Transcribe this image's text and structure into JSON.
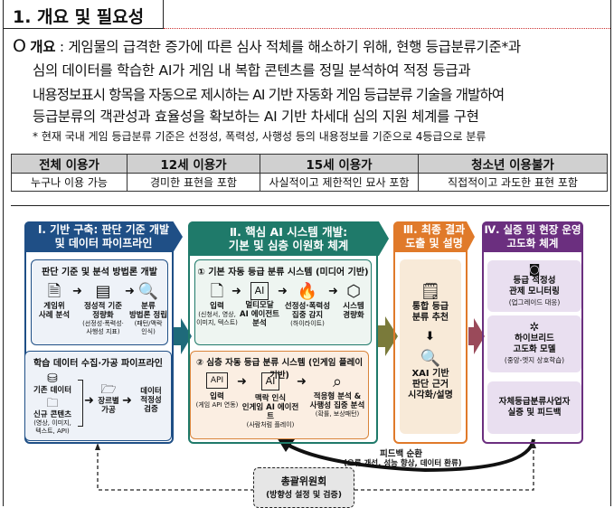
{
  "section_title": "1. 개요 및 필요성",
  "overview": {
    "bullet": "O",
    "label": "개요",
    "colon": " : ",
    "lines": [
      "게임물의 급격한 증가에 따른 심사 적체를 해소하기 위해, 현행 등급분류기준*과",
      "심의 데이터를 학습한 AI가 게임 내 복합 콘텐츠를 정밀 분석하여 적정 등급과",
      "내용정보표시 항목을 자동으로 제시하는 AI 기반 자동화 게임 등급분류 기술을 개발하여",
      "등급분류의 객관성과 효율성을 확보하는 AI 기반 차세대 심의 지원 체계를 구현"
    ],
    "footnote": "* 현재 국내 게임 등급분류 기준은 선정성, 폭력성, 사행성 등의 내용정보를 기준으로 4등급으로 분류"
  },
  "rating_table": {
    "headers": [
      "전체 이용가",
      "12세 이용가",
      "15세 이용가",
      "청소년 이용불가"
    ],
    "row": [
      "누구나 이용 가능",
      "경미한 표현을 포함",
      "사실적이고 제한적인 묘사 포함",
      "직접적이고 과도한 표현 포함"
    ]
  },
  "diagram": {
    "colors": {
      "s1": "#1f4f86",
      "s2": "#1f7a6a",
      "s3": "#e07a2a",
      "s4": "#6b2f7f"
    },
    "s1": {
      "title": "Ⅰ. 기반 구축: 판단 기준 개발\n및 데이터 파이프라인",
      "box1": {
        "title": "판단 기준 및 분석 방법론 개발",
        "items": [
          {
            "label": "게임위\n사례 분석",
            "sub": "",
            "icon": "document-search-icon"
          },
          {
            "label": "정성적 기준\n정량화",
            "sub": "(선정성·폭력성·\n사행성 지표)",
            "icon": "form-add-icon"
          },
          {
            "label": "분류\n방법론 정립",
            "sub": "(패턴/맥락\n인식)",
            "icon": "magnify-check-icon"
          }
        ]
      },
      "box2": {
        "title": "학습 데이터 수집·가공 파이프라인",
        "items": [
          {
            "label": "기존 데이터",
            "icon": "database-icon"
          },
          {
            "label": "신규 콘텐츠",
            "sub": "(영상, 이미지,\n텍스트, API)",
            "icon": "folder-add-icon"
          },
          {
            "label": "장르별\n가공",
            "icon": "folder-gear-icon"
          },
          {
            "label": "데이터\n적정성\n검증",
            "icon": ""
          }
        ]
      }
    },
    "s2": {
      "title": "Ⅱ. 핵심 AI 시스템 개발:\n기본 및 심층 이원화 체계",
      "box1": {
        "title": "① 기본 자동 등급 분류 시스템 (미디어 기반)",
        "items": [
          {
            "label": "입력",
            "sub": "(신청서, 영상,\n이미지, 텍스트)",
            "icon": "document-icon"
          },
          {
            "label": "멀티모달\nAI 에이전트\n분석",
            "sub": "",
            "icon": "ai-chip-icon"
          },
          {
            "label": "선정성·폭력성\n집중 감지",
            "sub": "(하이라이트)",
            "icon": "flame-icon"
          },
          {
            "label": "시스템\n경량화",
            "sub": "",
            "icon": "box-icon"
          }
        ]
      },
      "box2": {
        "title": "② 심층 자동 등급 분류 시스템 (인게임 플레이 기반)",
        "items": [
          {
            "label": "입력",
            "sub": "(게임 API 연동)",
            "icon": "api-gear-icon"
          },
          {
            "label": "맥락 인식\n인게임 AI 에이전트",
            "sub": "(사람처럼 플레이)",
            "icon": "ai-chip-icon"
          },
          {
            "label": "적응형 분석 &\n사행성 집중 분석",
            "sub": "(확률, 보상패턴)",
            "icon": "scan-search-icon"
          }
        ]
      }
    },
    "s3": {
      "title": "Ⅲ. 최종 결과\n도출 및 설명",
      "items": [
        {
          "label": "통합 등급\n분류 추천",
          "icon": "report-check-icon"
        },
        {
          "label": "XAI 기반\n판단 근거\n시각화/설명",
          "icon": "xai-search-icon"
        }
      ]
    },
    "s4": {
      "title": "Ⅳ. 실증 및 현장 운영\n고도화 체계",
      "items": [
        {
          "label": "등급 적정성\n관제 모니터링",
          "sub": "(업그레이드 대응)",
          "icon": "monitor-chart-icon"
        },
        {
          "label": "하이브리드\n고도화 모델",
          "sub": "(중앙-엣지 상호학습)",
          "icon": "network-icon"
        },
        {
          "label": "자체등급분류사업자\n실증 및 피드백",
          "sub": ""
        }
      ]
    },
    "feedback": {
      "title": "피드백 순환",
      "sub": "(오류 개선, 성능 향상, 데이터 환류)"
    },
    "committee": {
      "title": "총괄위원회",
      "sub": "(방향성 설정 및 검증)"
    }
  }
}
